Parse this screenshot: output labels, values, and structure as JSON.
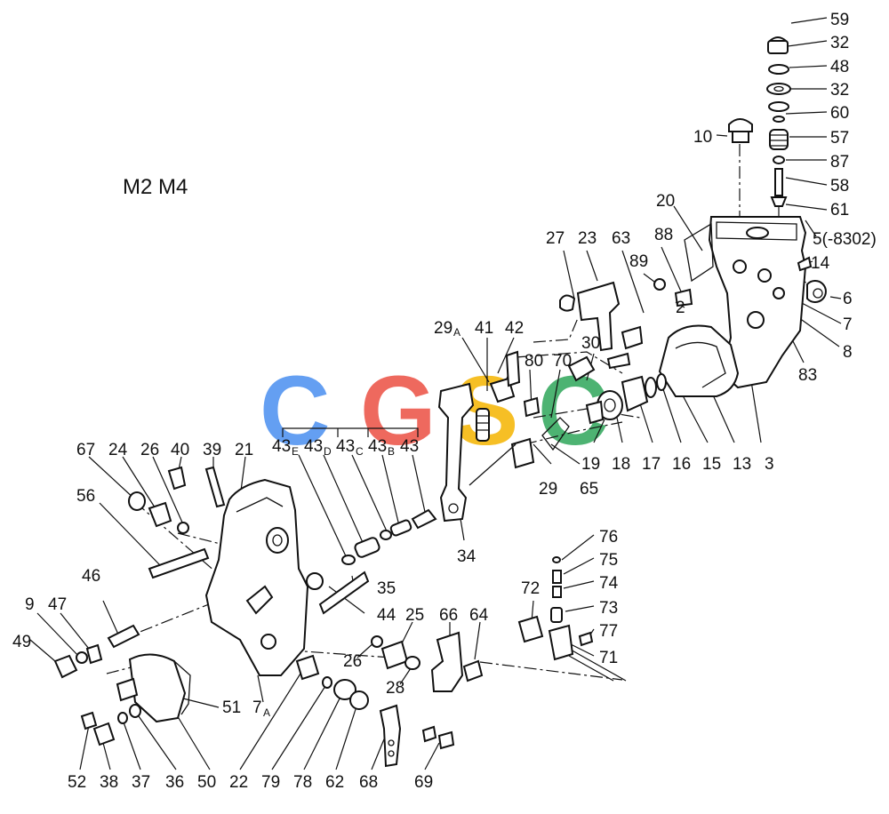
{
  "title": "M2 M4",
  "watermark": {
    "letters": [
      "C",
      "G",
      "S",
      "C"
    ],
    "colors": [
      "#4a8ff0",
      "#ec4f43",
      "#f5b400",
      "#2ea65a"
    ]
  },
  "labels": {
    "l59": "59",
    "l32a": "32",
    "l48": "48",
    "l32b": "32",
    "l60": "60",
    "l10": "10",
    "l57": "57",
    "l87": "87",
    "l58": "58",
    "l61": "61",
    "l20": "20",
    "l5": "5(-8302)",
    "l27": "27",
    "l23": "23",
    "l63": "63",
    "l88": "88",
    "l89": "89",
    "l14": "14",
    "l6": "6",
    "l2": "2",
    "l7": "7",
    "l8": "8",
    "l83": "83",
    "l29a": "29",
    "l29a_sub": "A",
    "l41": "41",
    "l42": "42",
    "l30": "30",
    "l80": "80",
    "l70": "70",
    "l19": "19",
    "l18": "18",
    "l17": "17",
    "l16": "16",
    "l15": "15",
    "l13": "13",
    "l3": "3",
    "l29": "29",
    "l65": "65",
    "l43e": "43",
    "l43e_sub": "E",
    "l43d": "43",
    "l43d_sub": "D",
    "l43c": "43",
    "l43c_sub": "C",
    "l43b": "43",
    "l43b_sub": "B",
    "l43": "43",
    "l67": "67",
    "l24": "24",
    "l26a": "26",
    "l40": "40",
    "l39": "39",
    "l21": "21",
    "l56": "56",
    "l34": "34",
    "l76": "76",
    "l75": "75",
    "l74": "74",
    "l72": "72",
    "l73": "73",
    "l77": "77",
    "l71": "71",
    "l35": "35",
    "l46": "46",
    "l44": "44",
    "l25": "25",
    "l66": "66",
    "l64": "64",
    "l9": "9",
    "l47": "47",
    "l49": "49",
    "l26b": "26",
    "l28": "28",
    "l51": "51",
    "l7a": "7",
    "l7a_sub": "A",
    "l52": "52",
    "l38": "38",
    "l37": "37",
    "l36": "36",
    "l50": "50",
    "l22": "22",
    "l79": "79",
    "l78": "78",
    "l62": "62",
    "l68": "68",
    "l69": "69"
  }
}
